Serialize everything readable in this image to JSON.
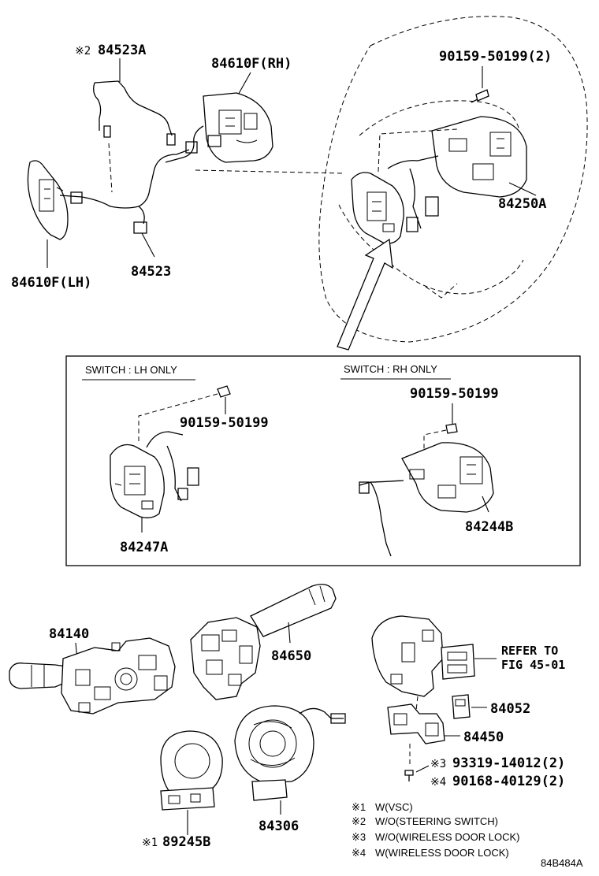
{
  "diagram_code": "84B484A",
  "callouts": {
    "harness_a": {
      "mark": "※2",
      "part": "84523A"
    },
    "switch_rh_top": "84610F(RH)",
    "screw_top": "90159-50199(2)",
    "switch_lh_top": "84610F(LH)",
    "harness": "84523",
    "pad_switch": "84250A",
    "switch_lh_only": {
      "part": "84247A",
      "screw": "90159-50199"
    },
    "switch_rh_only": {
      "part": "84244B",
      "screw": "90159-50199"
    },
    "turn_signal": "84140",
    "wiper_switch": "84650",
    "refer": {
      "line1": "REFER TO",
      "line2": "FIG 45-01"
    },
    "lock_part": "84052",
    "spiral_cable": "84306",
    "sensor": {
      "mark": "※1",
      "part": "89245B"
    },
    "ignition_part": "84450",
    "bolt_1": {
      "mark": "※3",
      "part": "93319-14012(2)"
    },
    "bolt_2": {
      "mark": "※4",
      "part": "90168-40129(2)"
    }
  },
  "box": {
    "left_title": "SWITCH : LH ONLY",
    "right_title": "SWITCH : RH ONLY"
  },
  "notes": [
    {
      "mark": "※1",
      "text": "W(VSC)"
    },
    {
      "mark": "※2",
      "text": "W/O(STEERING SWITCH)"
    },
    {
      "mark": "※3",
      "text": "W/O(WIRELESS DOOR LOCK)"
    },
    {
      "mark": "※4",
      "text": "W(WIRELESS DOOR LOCK)"
    }
  ]
}
